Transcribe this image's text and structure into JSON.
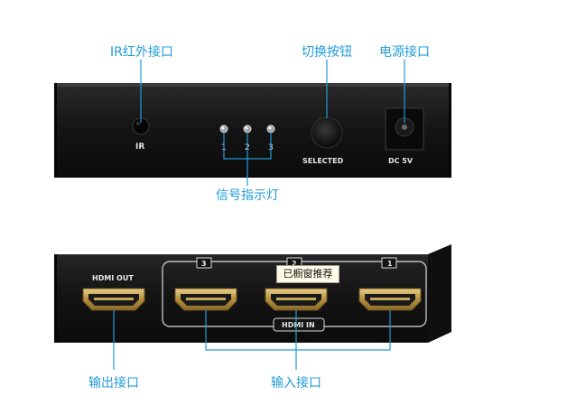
{
  "callouts": {
    "ir_port": "IR红外接口",
    "switch_button": "切换按钮",
    "power_port": "电源接口",
    "signal_leds": "信号指示灯",
    "output_port": "输出接口",
    "input_ports": "输入接口"
  },
  "front_panel": {
    "ir_label": "IR",
    "led_labels": [
      "1",
      "2",
      "3"
    ],
    "selected_label": "SELECTED",
    "dc_label": "DC 5V"
  },
  "back_panel": {
    "hdmi_out_label": "HDMI OUT",
    "hdmi_in_label": "HDMI IN",
    "port_numbers": [
      "3",
      "2",
      "1"
    ]
  },
  "tooltip": "已橱窗推荐",
  "colors": {
    "callout": "#1f9bd8",
    "device_body": "#141414",
    "hdmi_gold": "#c8a85a"
  }
}
